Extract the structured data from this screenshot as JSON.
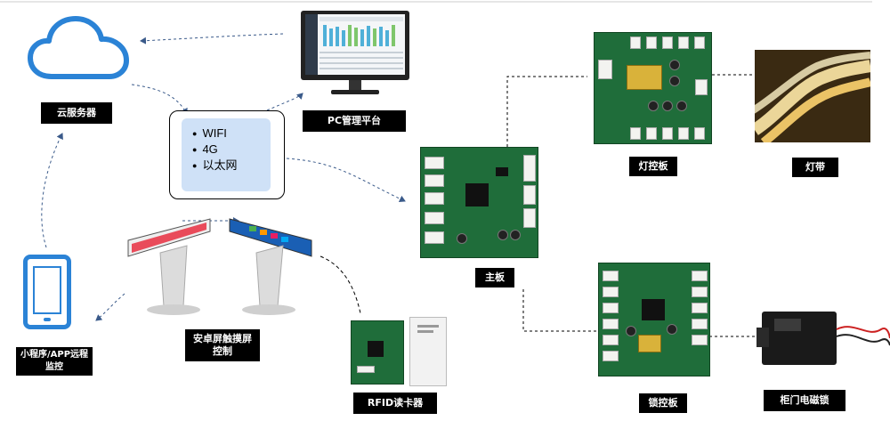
{
  "nodes": {
    "cloud_server": "云服务器",
    "pc_platform": "PC管理平台",
    "network": [
      "WIFI",
      "4G",
      "以太网"
    ],
    "main_board": "主板",
    "light_board": "灯控板",
    "light_strip": "灯带",
    "lock_board": "锁控板",
    "door_lock": "柜门电磁锁",
    "rfid": "RFID读卡器",
    "mini_app": "小程序/APP远程监控",
    "android_screen": "安卓屏触摸屏控制"
  },
  "colors": {
    "accent_blue": "#2b83d6",
    "label_bg": "#000000",
    "net_box_fill": "#cfe1f7",
    "pcb_green": "#1f6d3a"
  }
}
